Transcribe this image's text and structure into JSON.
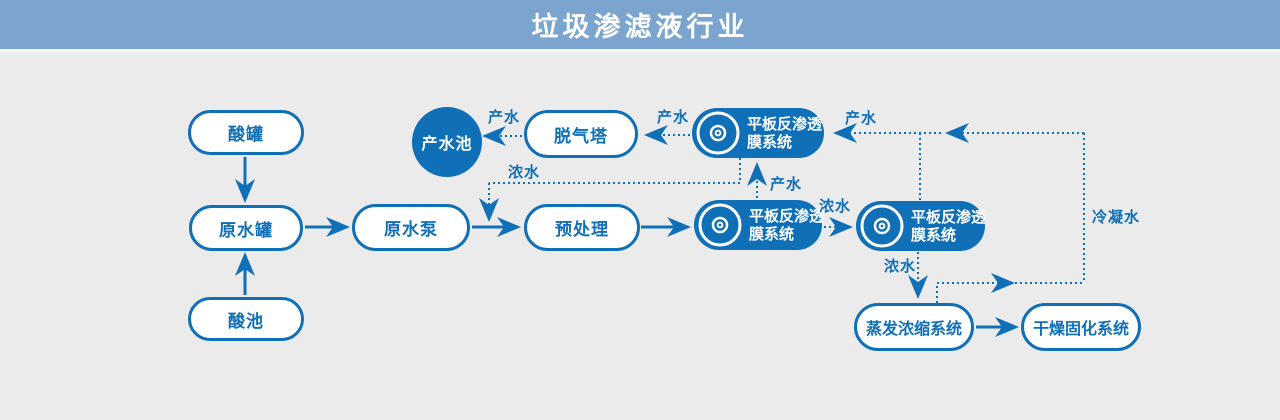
{
  "header": {
    "title": "垃圾渗滤液行业"
  },
  "palette": {
    "accent_blue": "#0f6fb7",
    "header_blue": "#7ba4cf",
    "canvas_gray": "#ebebeb",
    "node_fill": "#ffffff"
  },
  "nodes": {
    "acid_tank": {
      "label": "酸罐"
    },
    "raw_water_tank": {
      "label": "原水罐"
    },
    "acid_pool": {
      "label": "酸池"
    },
    "raw_water_pump": {
      "label": "原水泵"
    },
    "pretreatment": {
      "label": "预处理"
    },
    "degassing_tower": {
      "label": "脱气塔"
    },
    "product_water_pool": {
      "label": "产水池"
    },
    "ro_system_top": {
      "line1": "平板反渗透",
      "line2": "膜系统"
    },
    "ro_system_stage1": {
      "line1": "平板反渗透",
      "line2": "膜系统"
    },
    "ro_system_stage2": {
      "line1": "平板反渗透",
      "line2": "膜系统"
    },
    "evaporation_system": {
      "label": "蒸发浓缩系统"
    },
    "drying_system": {
      "label": "干燥固化系统"
    }
  },
  "flow_labels": {
    "product_water_to_pool": "产水",
    "product_water_to_degasser": "产水",
    "product_water_into_top_ro": "产水",
    "product_water_stage1_up": "产水",
    "concentrate_recycle": "浓水",
    "concentrate_stage1_to_stage2": "浓水",
    "concentrate_to_evaporator": "浓水",
    "condensate": "冷凝水"
  }
}
